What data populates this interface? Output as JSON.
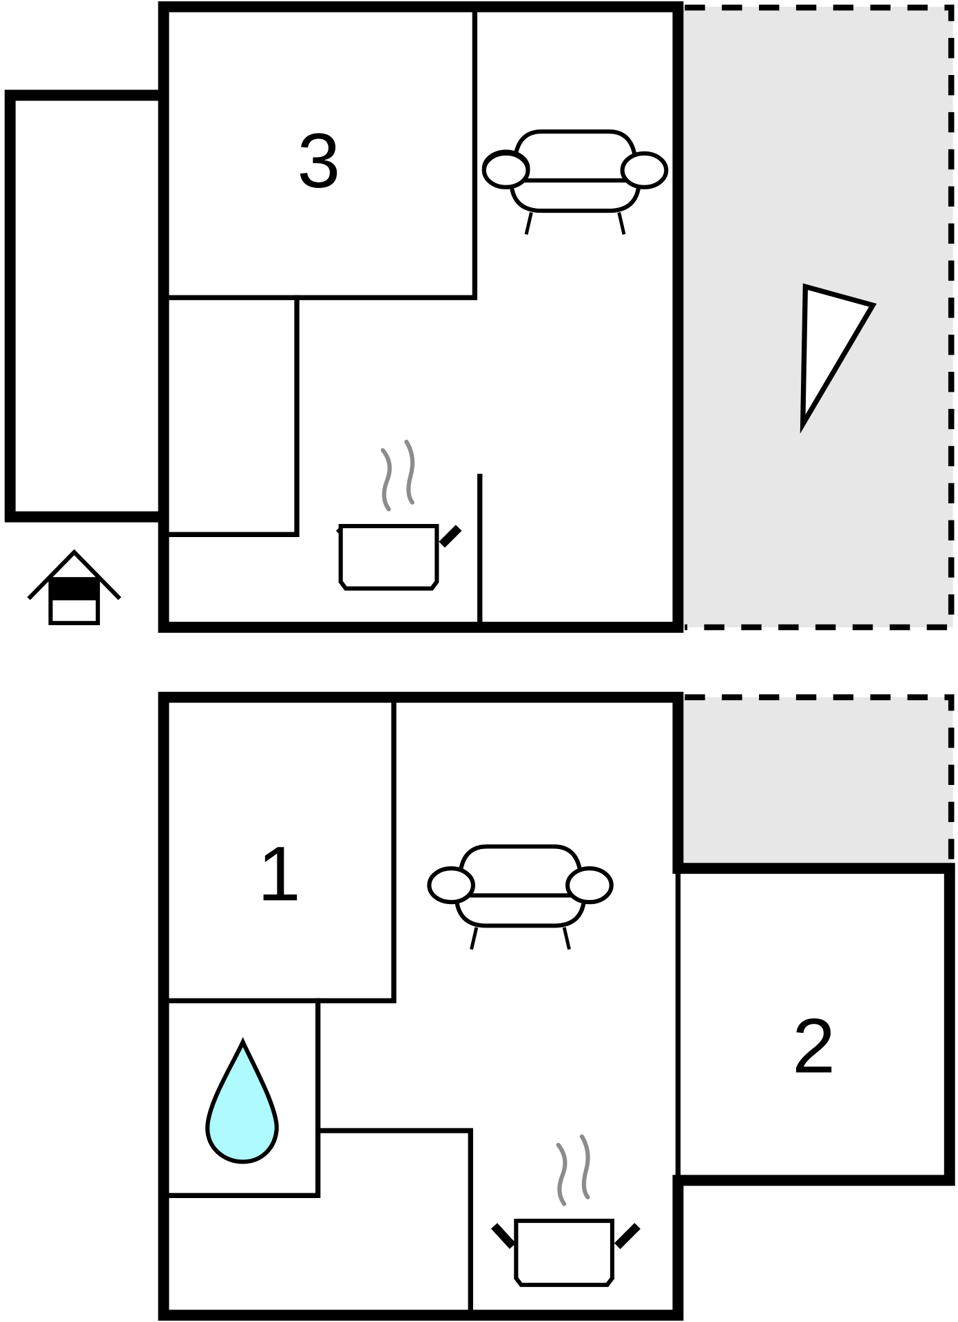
{
  "floorplan": {
    "title": "",
    "upper_floor": {
      "rooms": [
        {
          "id": "bedroom-3",
          "label": "3",
          "type": "bedroom"
        },
        {
          "id": "living-upper",
          "label": "",
          "type": "living-room",
          "icon": "sofa-icon"
        },
        {
          "id": "kitchen-upper",
          "label": "",
          "type": "kitchen",
          "icon": "cooking-pot-icon"
        },
        {
          "id": "storage-upper",
          "label": "",
          "type": "room"
        },
        {
          "id": "annex-left",
          "label": "",
          "type": "annex"
        }
      ],
      "terrace": {
        "label": "",
        "type": "terrace",
        "icon": "compass-triangle-icon"
      },
      "entrance_icon": "house-entrance-icon"
    },
    "lower_floor": {
      "rooms": [
        {
          "id": "bedroom-1",
          "label": "1",
          "type": "bedroom"
        },
        {
          "id": "bedroom-2",
          "label": "2",
          "type": "bedroom"
        },
        {
          "id": "living-lower",
          "label": "",
          "type": "living-room",
          "icon": "sofa-icon"
        },
        {
          "id": "kitchen-lower",
          "label": "",
          "type": "kitchen",
          "icon": "cooking-pot-icon"
        },
        {
          "id": "bathroom",
          "label": "",
          "type": "bathroom",
          "icon": "water-drop-icon"
        },
        {
          "id": "utility",
          "label": "",
          "type": "room"
        }
      ],
      "terrace": {
        "label": "",
        "type": "terrace"
      }
    },
    "colors": {
      "wall": "#000000",
      "terrace_fill": "#e6e7e6",
      "water_drop": "#aefaff",
      "steam": "#8c8c8c",
      "background": "#ffffff"
    }
  }
}
